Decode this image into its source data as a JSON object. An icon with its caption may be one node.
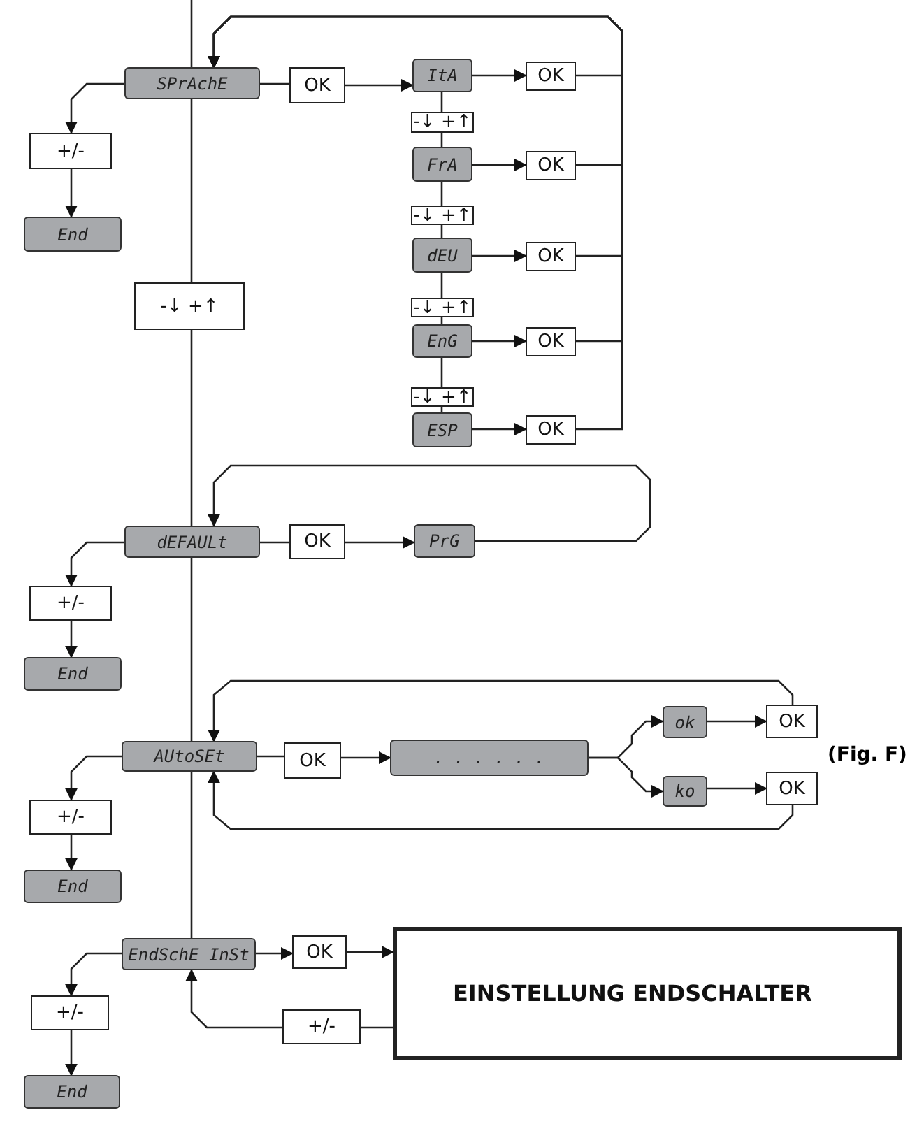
{
  "diagram": {
    "nodes": [
      {
        "text": [
          "SPrAchE"
        ]
      },
      {
        "text": [
          "OK"
        ]
      },
      {
        "text": [
          "ItA"
        ]
      },
      {
        "text": [
          "OK"
        ]
      },
      {
        "text": [
          "-↓ +↑"
        ]
      },
      {
        "text": [
          "FrA"
        ]
      },
      {
        "text": [
          "OK"
        ]
      },
      {
        "text": [
          "-↓ +↑"
        ]
      },
      {
        "text": [
          "dEU"
        ]
      },
      {
        "text": [
          "OK"
        ]
      },
      {
        "text": [
          "-↓ +↑"
        ]
      },
      {
        "text": [
          "EnG"
        ]
      },
      {
        "text": [
          "OK"
        ]
      },
      {
        "text": [
          "-↓ +↑"
        ]
      },
      {
        "text": [
          "ESP"
        ]
      },
      {
        "text": [
          "OK"
        ]
      },
      {
        "text": [
          "+/-"
        ]
      },
      {
        "text": [
          "End"
        ]
      },
      {
        "text": [
          "-↓ +↑"
        ]
      },
      {
        "text": [
          "dEFAULt"
        ]
      },
      {
        "text": [
          "OK"
        ]
      },
      {
        "text": [
          "PrG"
        ]
      },
      {
        "text": [
          "+/-"
        ]
      },
      {
        "text": [
          "End"
        ]
      },
      {
        "text": [
          "AUtoSEt"
        ]
      },
      {
        "text": [
          "OK"
        ]
      },
      {
        "text": [
          ". . . . . ."
        ]
      },
      {
        "text": [
          "ok"
        ]
      },
      {
        "text": [
          "OK"
        ]
      },
      {
        "text": [
          "ko"
        ]
      },
      {
        "text": [
          "OK"
        ]
      },
      {
        "text": [
          "+/-"
        ]
      },
      {
        "text": [
          "End"
        ]
      },
      {
        "text": [
          "EndSchE InSt"
        ]
      },
      {
        "text": [
          "OK"
        ]
      },
      {
        "text": [
          "EINSTELLUNG ENDSCHALTER"
        ]
      },
      {
        "text": [
          "+/-"
        ]
      },
      {
        "text": [
          "+/-"
        ]
      },
      {
        "text": [
          "End"
        ]
      }
    ],
    "edges": [
      {
        "from": null,
        "to": 0,
        "arrow": "none"
      },
      {
        "from": 0,
        "to": 1,
        "arrow": "none"
      },
      {
        "from": 1,
        "to": 2,
        "arrow": "to"
      },
      {
        "from": 2,
        "to": 3,
        "arrow": "to"
      },
      {
        "from": 2,
        "to": 4,
        "arrow": "none"
      },
      {
        "from": 4,
        "to": 5,
        "arrow": "none"
      },
      {
        "from": 5,
        "to": 6,
        "arrow": "to"
      },
      {
        "from": 5,
        "to": 7,
        "arrow": "none"
      },
      {
        "from": 7,
        "to": 8,
        "arrow": "none"
      },
      {
        "from": 8,
        "to": 9,
        "arrow": "to"
      },
      {
        "from": 8,
        "to": 10,
        "arrow": "none"
      },
      {
        "from": 10,
        "to": 11,
        "arrow": "none"
      },
      {
        "from": 11,
        "to": 12,
        "arrow": "to"
      },
      {
        "from": 11,
        "to": 13,
        "arrow": "none"
      },
      {
        "from": 13,
        "to": 14,
        "arrow": "none"
      },
      {
        "from": 14,
        "to": 15,
        "arrow": "to"
      },
      {
        "from": 3,
        "to": 0,
        "arrow": "to"
      },
      {
        "from": 6,
        "to": 0,
        "arrow": "to"
      },
      {
        "from": 9,
        "to": 0,
        "arrow": "to"
      },
      {
        "from": 12,
        "to": 0,
        "arrow": "to"
      },
      {
        "from": 15,
        "to": 0,
        "arrow": "to"
      },
      {
        "from": 0,
        "to": 16,
        "arrow": "to"
      },
      {
        "from": 16,
        "to": 17,
        "arrow": "to"
      },
      {
        "from": 0,
        "to": 18,
        "arrow": "none"
      },
      {
        "from": 18,
        "to": 19,
        "arrow": "none"
      },
      {
        "from": 19,
        "to": 20,
        "arrow": "none"
      },
      {
        "from": 20,
        "to": 21,
        "arrow": "to"
      },
      {
        "from": 21,
        "to": 19,
        "arrow": "to"
      },
      {
        "from": 19,
        "to": 22,
        "arrow": "to"
      },
      {
        "from": 22,
        "to": 23,
        "arrow": "to"
      },
      {
        "from": 19,
        "to": 24,
        "arrow": "none"
      },
      {
        "from": 24,
        "to": 25,
        "arrow": "none"
      },
      {
        "from": 25,
        "to": 26,
        "arrow": "to"
      },
      {
        "from": 26,
        "to": 27,
        "arrow": "to"
      },
      {
        "from": 26,
        "to": 29,
        "arrow": "to"
      },
      {
        "from": 27,
        "to": 28,
        "arrow": "to"
      },
      {
        "from": 29,
        "to": 30,
        "arrow": "to"
      },
      {
        "from": 28,
        "to": 24,
        "arrow": "to"
      },
      {
        "from": 30,
        "to": 24,
        "arrow": "to"
      },
      {
        "from": 24,
        "to": 31,
        "arrow": "to"
      },
      {
        "from": 31,
        "to": 32,
        "arrow": "to"
      },
      {
        "from": 24,
        "to": 33,
        "arrow": "none"
      },
      {
        "from": 33,
        "to": 34,
        "arrow": "to"
      },
      {
        "from": 34,
        "to": 35,
        "arrow": "to"
      },
      {
        "from": 35,
        "to": 36,
        "arrow": "none"
      },
      {
        "from": 36,
        "to": 33,
        "arrow": "to"
      },
      {
        "from": 33,
        "to": 37,
        "arrow": "to"
      },
      {
        "from": 37,
        "to": 38,
        "arrow": "to"
      }
    ],
    "labels": [
      "(Fig. F)"
    ]
  }
}
